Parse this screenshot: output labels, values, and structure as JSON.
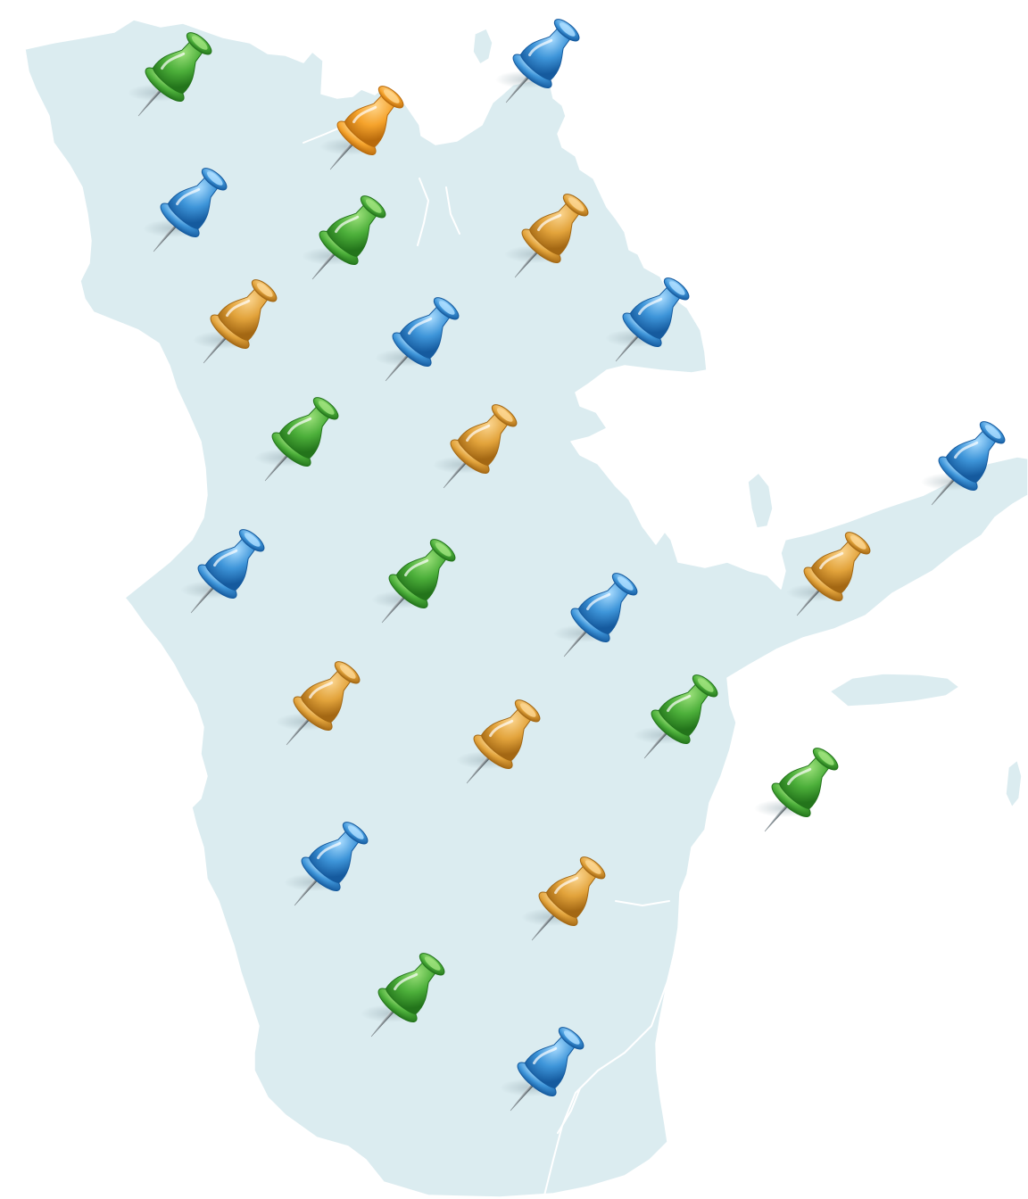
{
  "map": {
    "land_color": "#dbecf0",
    "background_color": "#ffffff",
    "pin_icon": "pushpin-icon"
  },
  "pin_colors": {
    "green": {
      "light": "#9be07a",
      "mid": "#4caf3a",
      "dark": "#23741b"
    },
    "blue": {
      "light": "#a9dcff",
      "mid": "#3e95d9",
      "dark": "#155a9e"
    },
    "orange": {
      "light": "#ffd58a",
      "mid": "#f5a32c",
      "dark": "#b86a0c"
    },
    "amber": {
      "light": "#fbd58f",
      "mid": "#e2a33b",
      "dark": "#a36713"
    }
  },
  "pins": [
    {
      "id": "pin-01",
      "color": "green"
    },
    {
      "id": "pin-02",
      "color": "orange"
    },
    {
      "id": "pin-03",
      "color": "blue"
    },
    {
      "id": "pin-04",
      "color": "blue"
    },
    {
      "id": "pin-05",
      "color": "green"
    },
    {
      "id": "pin-06",
      "color": "amber"
    },
    {
      "id": "pin-07",
      "color": "amber"
    },
    {
      "id": "pin-08",
      "color": "blue"
    },
    {
      "id": "pin-09",
      "color": "blue"
    },
    {
      "id": "pin-10",
      "color": "green"
    },
    {
      "id": "pin-11",
      "color": "amber"
    },
    {
      "id": "pin-12",
      "color": "blue"
    },
    {
      "id": "pin-13",
      "color": "blue"
    },
    {
      "id": "pin-14",
      "color": "green"
    },
    {
      "id": "pin-15",
      "color": "blue"
    },
    {
      "id": "pin-16",
      "color": "amber"
    },
    {
      "id": "pin-17",
      "color": "amber"
    },
    {
      "id": "pin-18",
      "color": "green"
    },
    {
      "id": "pin-19",
      "color": "amber"
    },
    {
      "id": "pin-20",
      "color": "green"
    },
    {
      "id": "pin-21",
      "color": "blue"
    },
    {
      "id": "pin-22",
      "color": "amber"
    },
    {
      "id": "pin-23",
      "color": "green"
    },
    {
      "id": "pin-24",
      "color": "blue"
    }
  ]
}
